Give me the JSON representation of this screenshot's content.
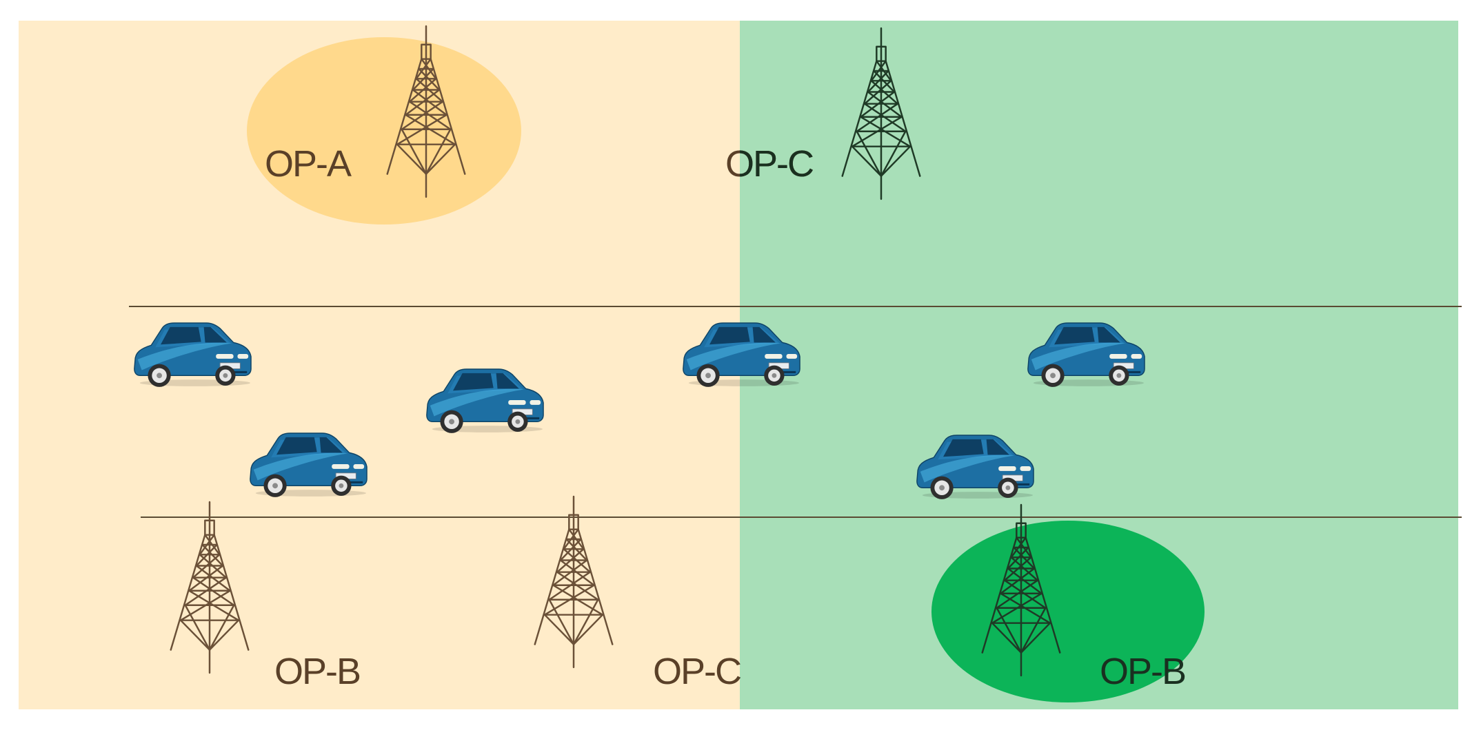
{
  "regions": [
    {
      "name": "left-region",
      "color": "#ffecc9"
    },
    {
      "name": "right-region",
      "color": "#a8dfb8"
    }
  ],
  "colors": {
    "road_line": "#5a4a32",
    "tower_brown": "#6b5138",
    "tower_green": "#1f3a26",
    "label_brown": "#5a4028",
    "label_green": "#1a3020",
    "coverage_op_a": "#ffd98c",
    "coverage_op_b": "#0cb458",
    "car_body": "#1d6fa3",
    "car_highlight": "#4cb8e8"
  },
  "labels": {
    "op_a_top": "OP-A",
    "op_c_top": "OP-C",
    "op_b_bottom_left": "OP-B",
    "op_c_bottom_mid": "OP-C",
    "op_b_bottom_right": "OP-B"
  },
  "icons": {
    "tower": "cell-tower-icon",
    "car": "car-icon"
  }
}
